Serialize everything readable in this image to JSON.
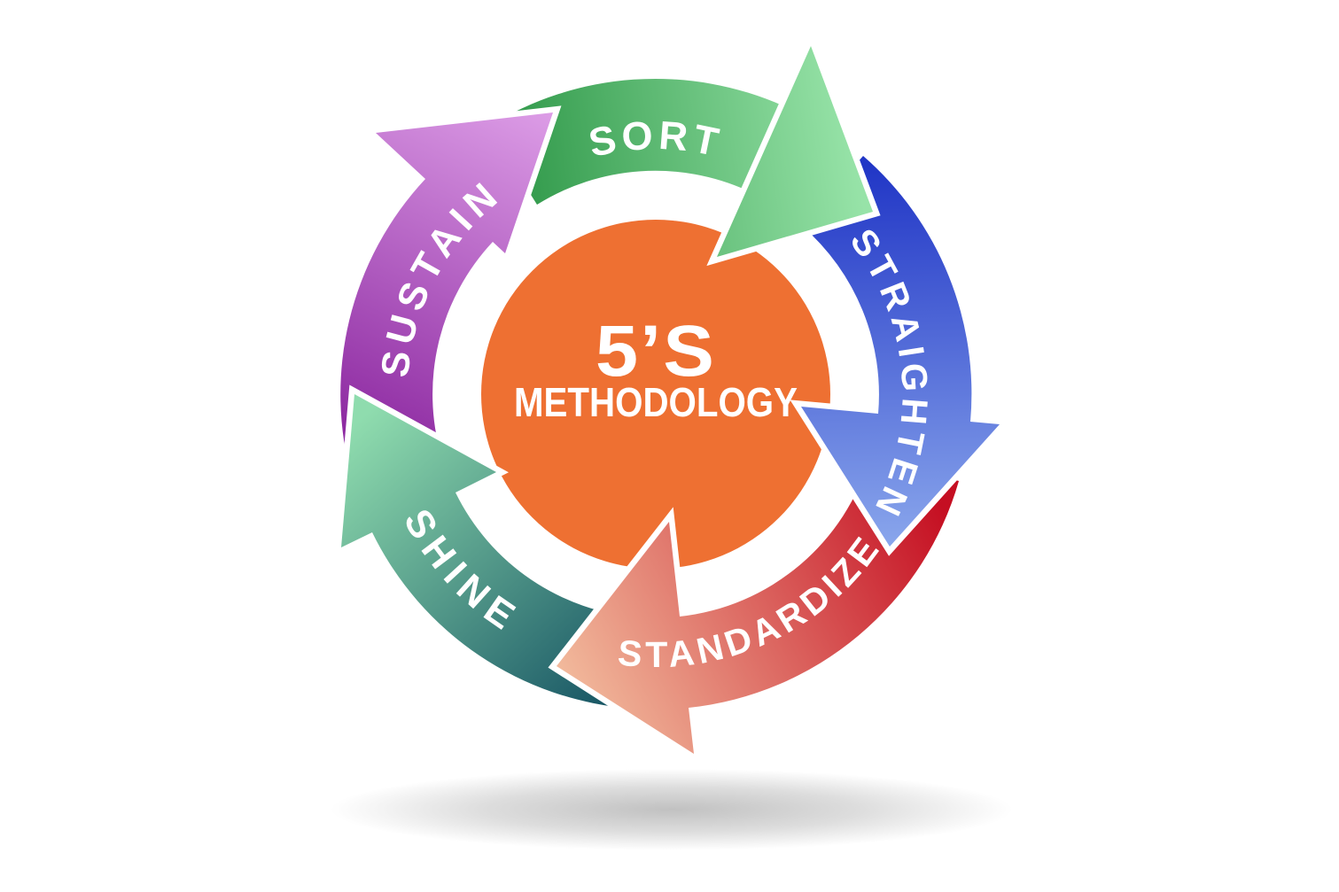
{
  "diagram": {
    "background_color": "#FFFFFF",
    "shadow_color": "#8E8E8E",
    "center": {
      "line1": "5’S",
      "line2": "METHODOLOGY",
      "circle_color": "#EE7032",
      "text_color": "#FFFFFF"
    },
    "steps": [
      {
        "id": "sort",
        "label": "SORT",
        "color_dark": "#2B9545",
        "color_light": "#97E3A8"
      },
      {
        "id": "straighten",
        "label": "STRAIGHTEN",
        "color_dark": "#2136C6",
        "color_light": "#8FACEE"
      },
      {
        "id": "standardize",
        "label": "STANDARDIZE",
        "color_dark": "#C50F22",
        "color_light": "#F2BB9D"
      },
      {
        "id": "shine",
        "label": "SHINE",
        "color_dark": "#175564",
        "color_light": "#8FDCAE"
      },
      {
        "id": "sustain",
        "label": "SUSTAIN",
        "color_dark": "#8E2BA2",
        "color_light": "#DC9CE6"
      }
    ]
  }
}
